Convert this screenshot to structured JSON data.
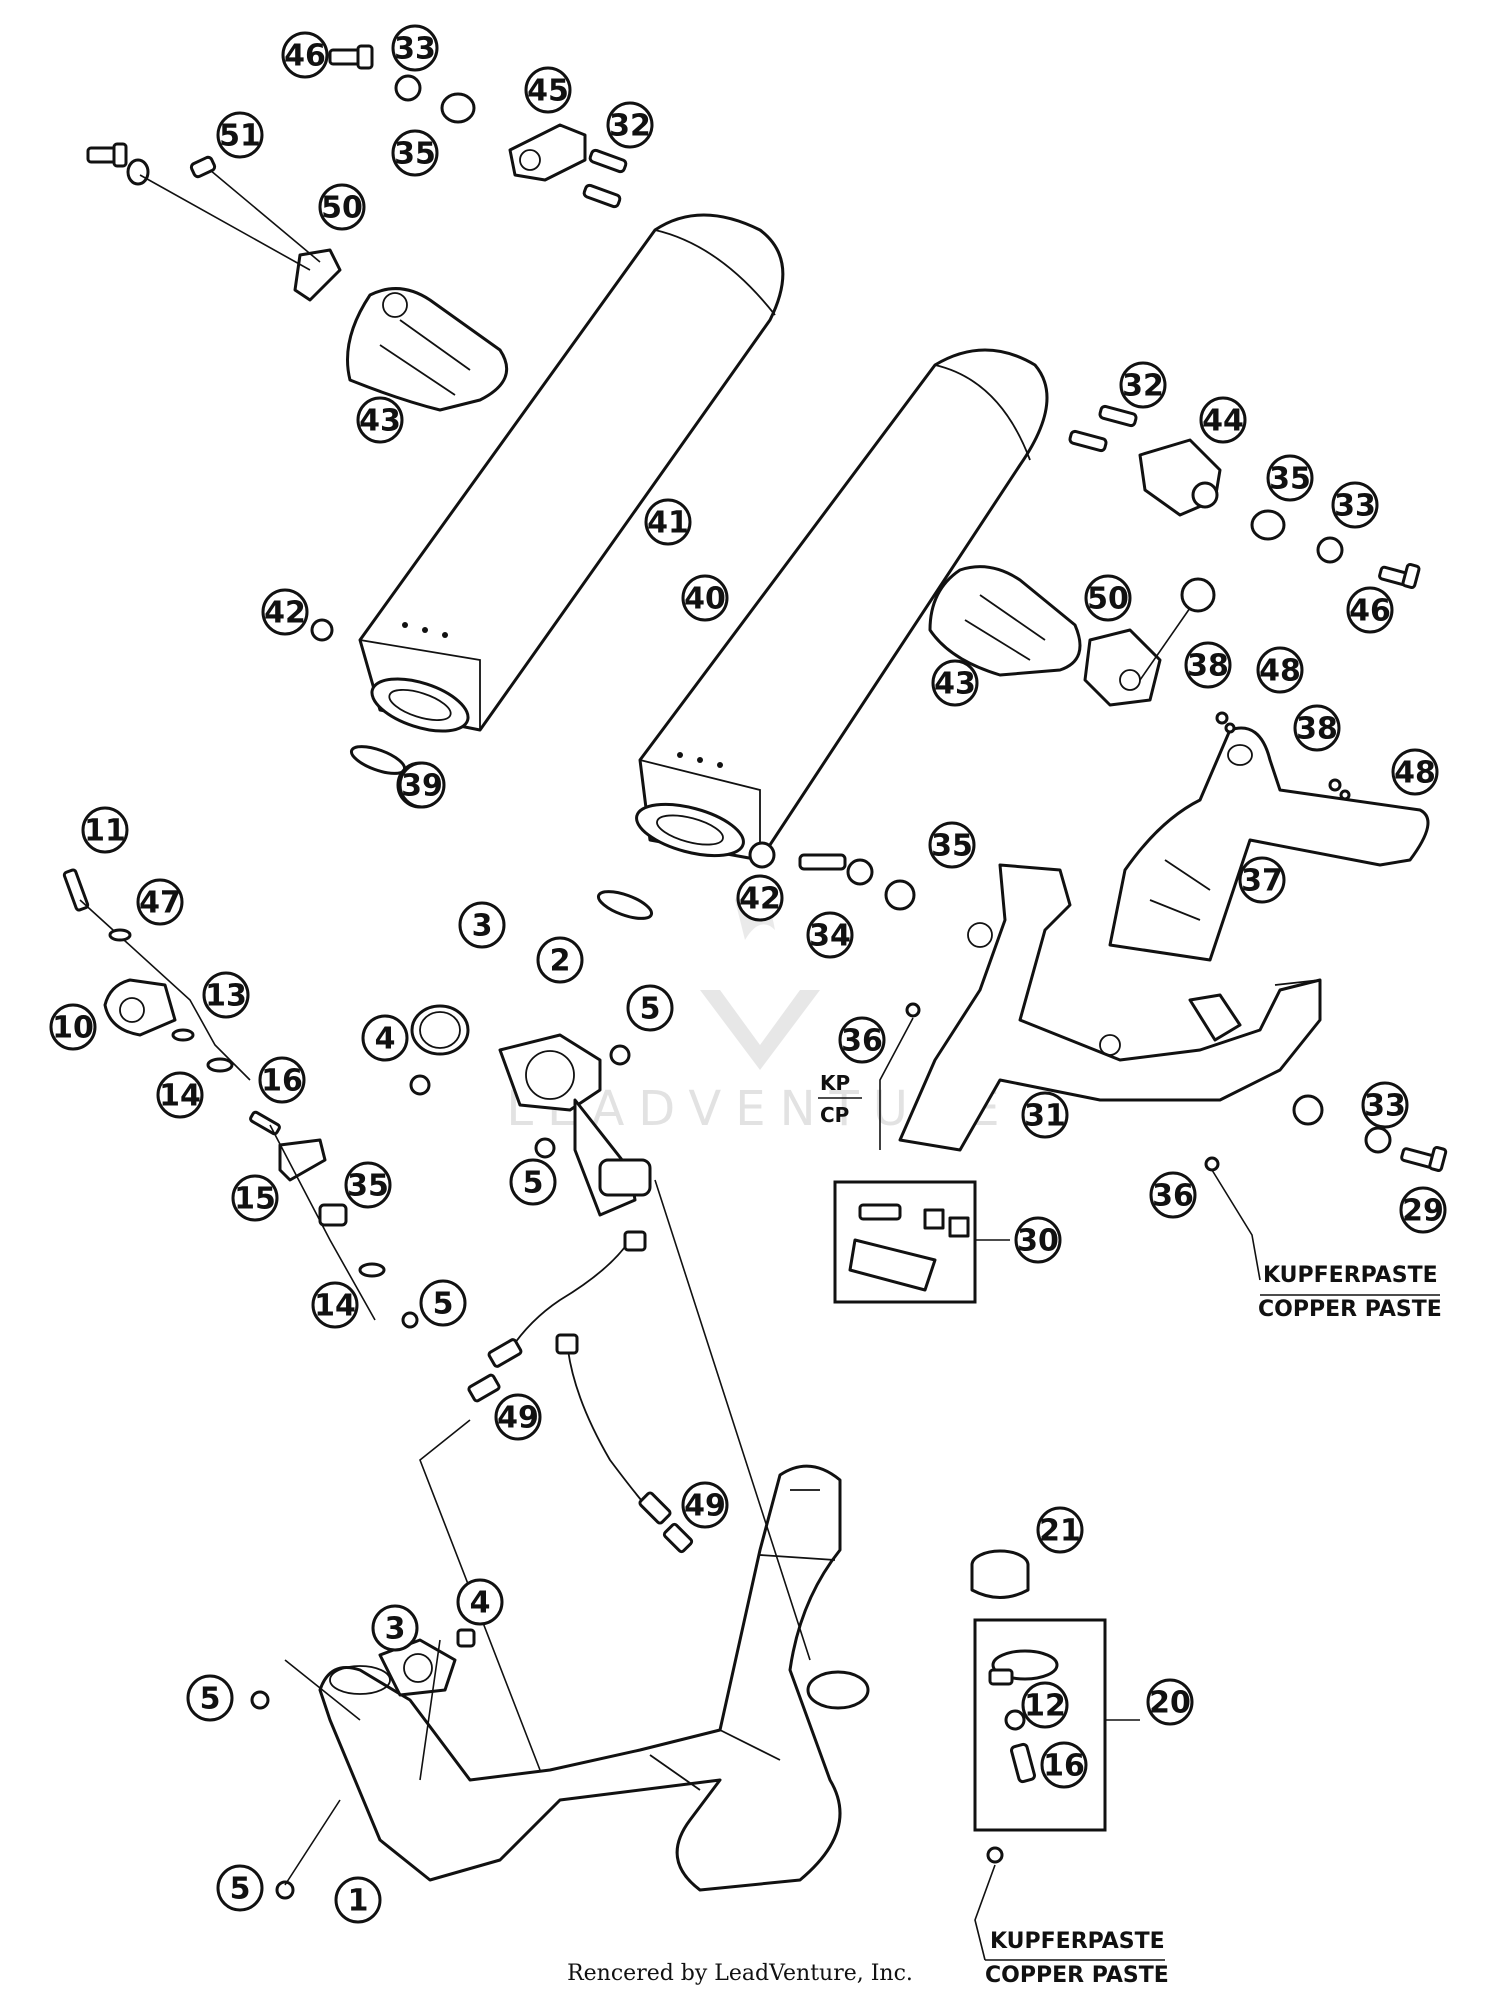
{
  "labels": {
    "kupferpaste_upper": "KUPFERPASTE",
    "copper_paste_upper": "COPPER PASTE",
    "kupferpaste_lower": "KUPFERPASTE",
    "copper_paste_lower": "COPPER PASTE",
    "kp": "KP",
    "cp": "CP",
    "credit": "Rencered by LeadVenture, Inc.",
    "watermark": "LEADVENTURE"
  },
  "callouts": [
    "46",
    "33",
    "45",
    "32",
    "35",
    "51",
    "50",
    "43",
    "41",
    "40",
    "42",
    "39",
    "32",
    "44",
    "35",
    "33",
    "46",
    "50",
    "43",
    "38",
    "48",
    "38",
    "48",
    "37",
    "11",
    "47",
    "13",
    "10",
    "3",
    "2",
    "5",
    "4",
    "5",
    "14",
    "16",
    "15",
    "35",
    "14",
    "5",
    "49",
    "49",
    "36",
    "36",
    "31",
    "33",
    "29",
    "30",
    "21",
    "20",
    "12",
    "16",
    "3",
    "4",
    "5",
    "5",
    "1",
    "39",
    "42",
    "34",
    "35"
  ],
  "colors": {
    "line": "#111111",
    "background": "#ffffff",
    "watermark": "#dcdcdc"
  }
}
